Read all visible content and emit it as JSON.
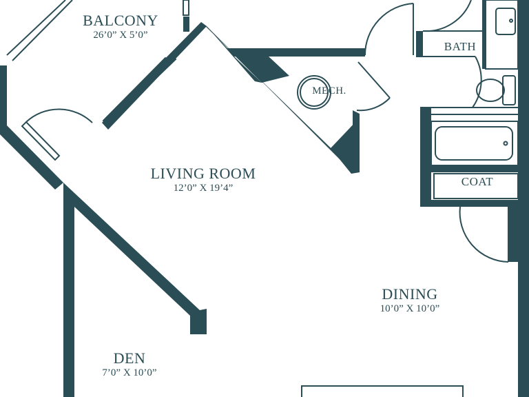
{
  "colors": {
    "wall": "#2b4d55",
    "background": "#ffffff",
    "text": "#2b4d55"
  },
  "rooms": {
    "balcony": {
      "name": "BALCONY",
      "dimensions": "26’0” X 5’0”"
    },
    "living_room": {
      "name": "LIVING ROOM",
      "dimensions": "12’0” X 19’4”"
    },
    "dining": {
      "name": "DINING",
      "dimensions": "10’0” X 10’0”"
    },
    "den": {
      "name": "DEN",
      "dimensions": "7’0” X 10’0”"
    },
    "bath": {
      "name": "BATH"
    },
    "mech": {
      "name": "MECH."
    },
    "coat": {
      "name": "COAT"
    }
  }
}
